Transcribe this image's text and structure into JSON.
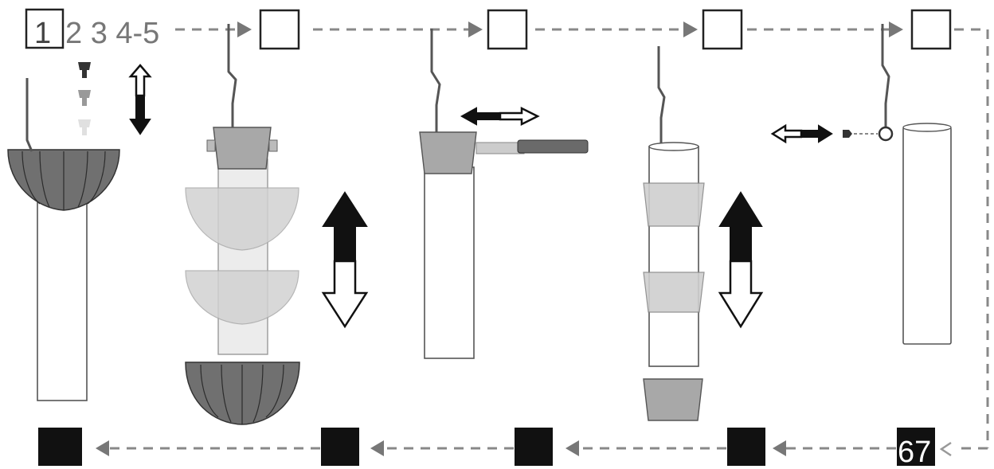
{
  "step_labels": {
    "numbers_text": "2 3 4-5",
    "first_digit": "1",
    "final_badge": "67"
  },
  "colors": {
    "outline_box": "#222222",
    "filled_box": "#111111",
    "flow_arrow": "#888888",
    "bowl_shade": "#707070",
    "collar_shade": "#a8a8a8"
  },
  "icons": {
    "top_flow": "dashed-right-arrow",
    "bottom_flow": "dashed-left-arrow",
    "motion_vertical": "up-down-arrow",
    "motion_horizontal": "left-right-arrow"
  }
}
